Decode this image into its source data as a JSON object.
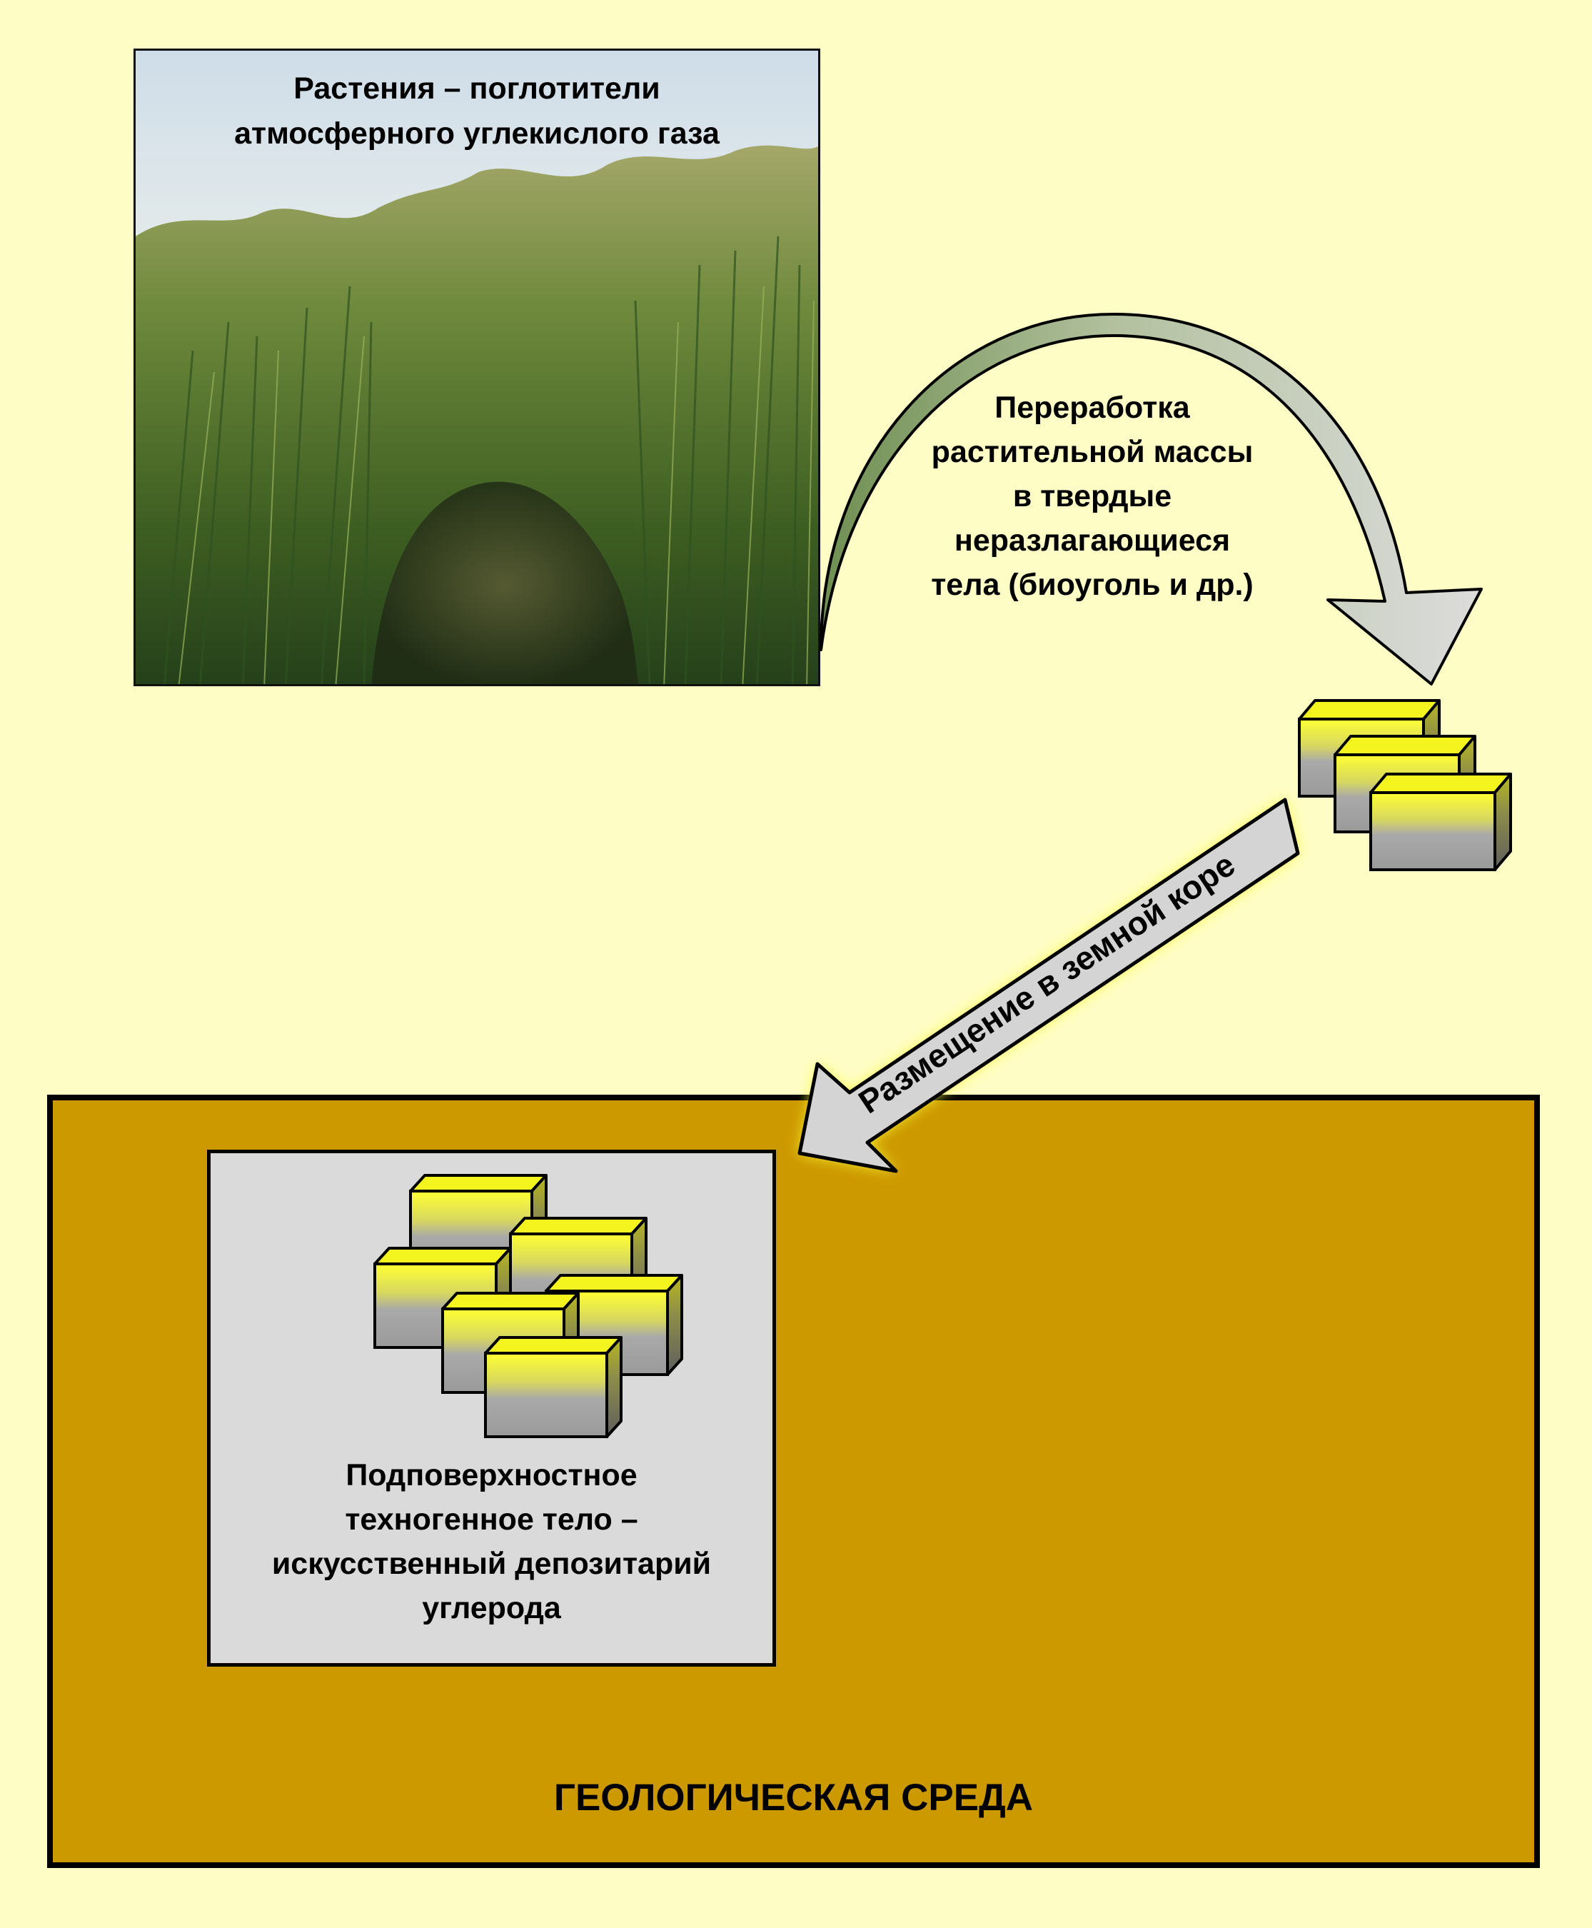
{
  "photo": {
    "caption": "Растения – поглотители\nатмосферного углекислого газа"
  },
  "process": {
    "caption": "Переработка\nрастительной массы\nв твердые\nнеразлагающиеся\nтела (биоуголь и др.)"
  },
  "placement_arrow": {
    "label": "Размещение в земной коре"
  },
  "depositary": {
    "caption": "Подповерхностное\nтехногенное тело –\nискусственный депозитарий\nуглерода"
  },
  "geology": {
    "label": "ГЕОЛОГИЧЕСКАЯ СРЕДА"
  },
  "colors": {
    "background": "#fffdc6",
    "geology_fill": "#cc9900",
    "depositary_fill": "#dadada",
    "block_top": "#ffff33",
    "block_side": "#999999",
    "curved_arrow_green": "#6f8f52",
    "curved_arrow_gray": "#d9d9d9"
  }
}
